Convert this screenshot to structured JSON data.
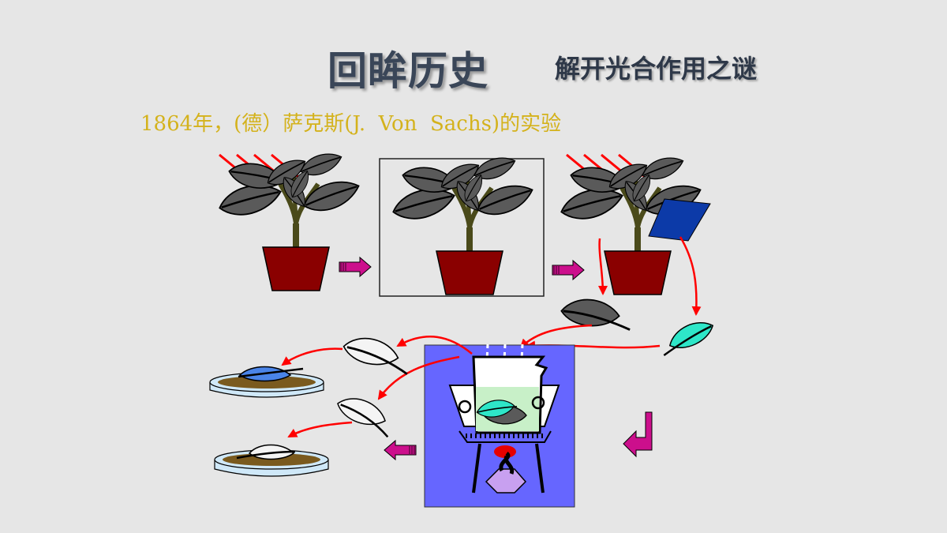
{
  "slide": {
    "title": "回眸历史",
    "subtitle": "解开光合作用之谜",
    "caption": "1864年，(德）萨克斯(J.  Von  Sachs)的实验"
  },
  "colors": {
    "background": "#e6e6e6",
    "light_arrow": "#ff0000",
    "flow_arrow": "#ff0000",
    "step_arrow": "#cc0f8c",
    "leaf_dark": "#5a5a5a",
    "leaf_covered": "#2ee6c8",
    "pot": "#8a0000",
    "foil": "#0c3aa8",
    "bath": "#6666ff",
    "iodine_blue": "#4a84e8"
  },
  "icons": [
    "sunlight-arrow-icon",
    "plant-icon",
    "flowerpot-icon",
    "dark-box-icon",
    "foil-cover-icon",
    "leaf-icon",
    "water-bath-icon",
    "alcohol-lamp-icon",
    "petri-dish-icon",
    "step-arrow-icon"
  ]
}
